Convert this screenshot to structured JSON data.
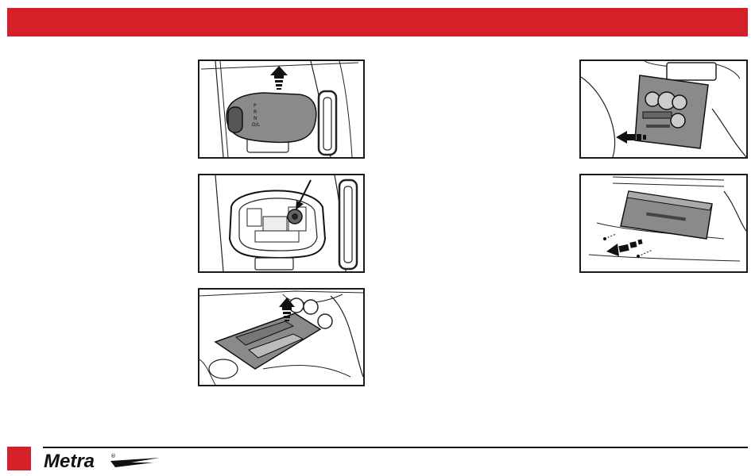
{
  "brand": {
    "logo_text": "Metra",
    "registered_mark": "®",
    "accent_color": "#d5202a"
  },
  "figures": [
    {
      "name": "shift-knob-removal",
      "icon": "arrow-up-icon"
    },
    {
      "name": "shifter-screw-removal",
      "icon": "arrow-down-icon"
    },
    {
      "name": "console-trim-panel-removal",
      "icon": "arrow-up-icon"
    },
    {
      "name": "climate-control-panel-removal",
      "icon": "arrow-left-icon"
    },
    {
      "name": "radio-trim-removal",
      "icon": "arrow-left-icon"
    }
  ]
}
